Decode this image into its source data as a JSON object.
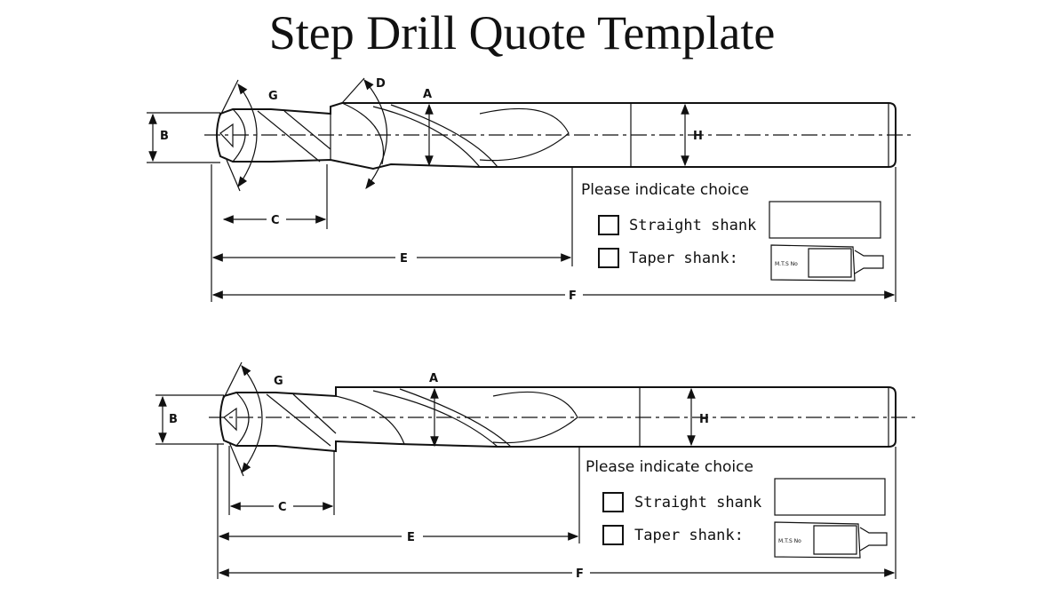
{
  "title": "Step Drill Quote Template",
  "diagrams": [
    {
      "labels": {
        "a": "A",
        "b": "B",
        "c": "C",
        "d": "D",
        "e": "E",
        "f": "F",
        "g": "G",
        "h": "H"
      },
      "choice_heading": "Please indicate choice",
      "options": [
        {
          "label": "Straight shank",
          "checked": false
        },
        {
          "label": "Taper shank:",
          "checked": false
        }
      ],
      "taper_label": "M.T.S No"
    },
    {
      "labels": {
        "a": "A",
        "b": "B",
        "c": "C",
        "e": "E",
        "f": "F",
        "g": "G",
        "h": "H"
      },
      "choice_heading": "Please indicate choice",
      "options": [
        {
          "label": "Straight shank",
          "checked": false
        },
        {
          "label": "Taper shank:",
          "checked": false
        }
      ],
      "taper_label": "M.T.S No"
    }
  ]
}
